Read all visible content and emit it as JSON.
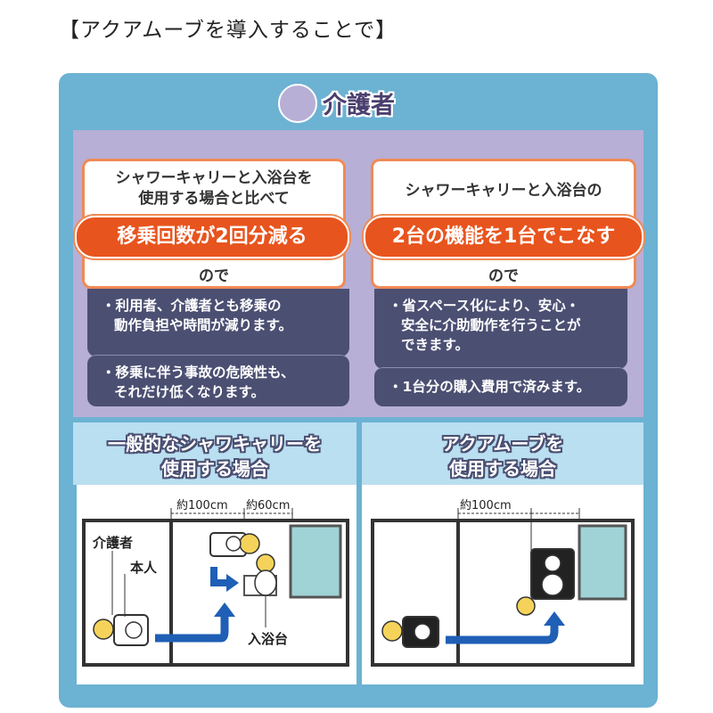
{
  "heading": "【アクアムーブを導入することで】",
  "title": "介護者",
  "left_card": {
    "subtitle_line1": "シャワーキャリーと入浴台を",
    "subtitle_line2": "使用する場合と比べて",
    "highlight": "移乗回数が2回分減る",
    "connector": "ので",
    "bullets": [
      {
        "line1": "・利用者、介護者とも移乗の",
        "line2": "動作負担や時間が減ります。"
      },
      {
        "line1": "・移乗に伴う事故の危険性も、",
        "line2": "それだけ低くなります。"
      }
    ]
  },
  "right_card": {
    "subtitle_line1": "シャワーキャリーと入浴台の",
    "highlight": "2台の機能を1台でこなす",
    "connector": "ので",
    "bullets": [
      {
        "line1": "・省スペース化により、安心・",
        "line2": "安全に介助動作を行うことが",
        "line3": "できます。"
      },
      {
        "line1": "・1台分の購入費用で済みます。"
      }
    ]
  },
  "left_section": {
    "title_line1": "一般的なシャワキャリーを",
    "title_line2": "使用する場合",
    "dim1": "約100cm",
    "dim2": "約60cm",
    "label_caregiver": "介護者",
    "label_person": "本人",
    "label_bench": "入浴台"
  },
  "right_section": {
    "title_line1": "アクアムーブを",
    "title_line2": "使用する場合",
    "dim1": "約100cm"
  },
  "colors": {
    "panel": "#6cb2d3",
    "inner": "#b7afd6",
    "accent_orange": "#e8541e",
    "dark_box": "#4b4f72",
    "section_head": "#b9dff0",
    "arrow_blue": "#1f5fb5",
    "bath_water": "#9fd3d6",
    "chair_yellow": "#f5d35a"
  }
}
